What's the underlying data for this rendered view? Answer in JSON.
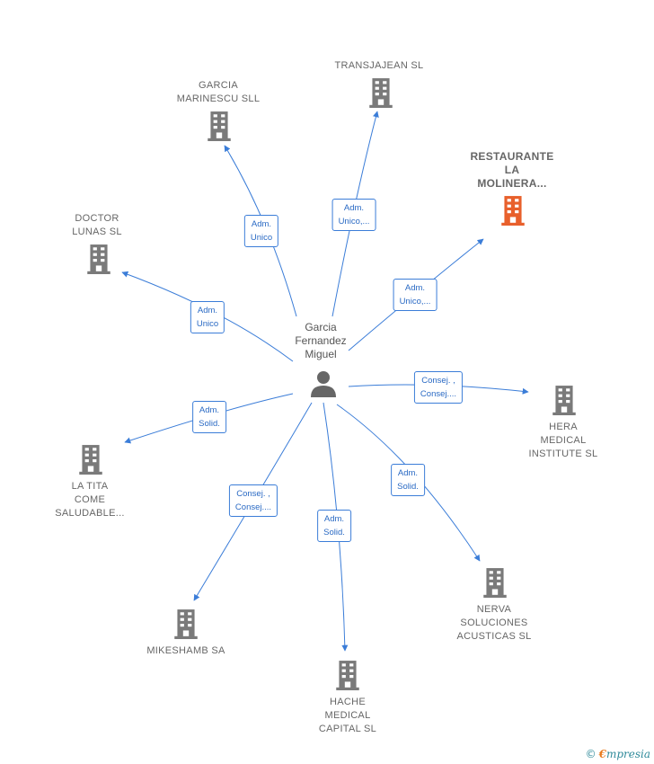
{
  "center": {
    "label": "Garcia\nFernandez\nMiguel",
    "icon": "person-icon"
  },
  "colors": {
    "edge": "#3b7dd8",
    "building": "#7a7a7a",
    "highlight": "#e8602c"
  },
  "nodes": [
    {
      "id": "transjajean",
      "label": "TRANSJAJEAN SL",
      "relation": "Adm.\nUnico,...",
      "highlight": false
    },
    {
      "id": "garcia-marinescu",
      "label": "GARCIA\nMARINESCU SLL",
      "relation": "Adm.\nUnico",
      "highlight": false
    },
    {
      "id": "restaurante",
      "label": "RESTAURANTE\nLA\nMOLINERA...",
      "relation": "Adm.\nUnico,...",
      "highlight": true
    },
    {
      "id": "doctor-lunas",
      "label": "DOCTOR\nLUNAS SL",
      "relation": "Adm.\nUnico",
      "highlight": false
    },
    {
      "id": "hera",
      "label": "HERA\nMEDICAL\nINSTITUTE  SL",
      "relation": "Consej. ,\nConsej....",
      "highlight": false
    },
    {
      "id": "la-tita",
      "label": "LA TITA\nCOME\nSALUDABLE...",
      "relation": "Adm.\nSolid.",
      "highlight": false
    },
    {
      "id": "nerva",
      "label": "NERVA\nSOLUCIONES\nACUSTICAS  SL",
      "relation": "Adm.\nSolid.",
      "highlight": false
    },
    {
      "id": "mikeshamb",
      "label": "MIKESHAMB SA",
      "relation": "Consej. ,\nConsej....",
      "highlight": false
    },
    {
      "id": "hache",
      "label": "HACHE\nMEDICAL\nCAPITAL  SL",
      "relation": "Adm.\nSolid.",
      "highlight": false
    }
  ],
  "footer": {
    "copyright": "©",
    "brand_initial": "€",
    "brand_rest": "mpresia"
  }
}
